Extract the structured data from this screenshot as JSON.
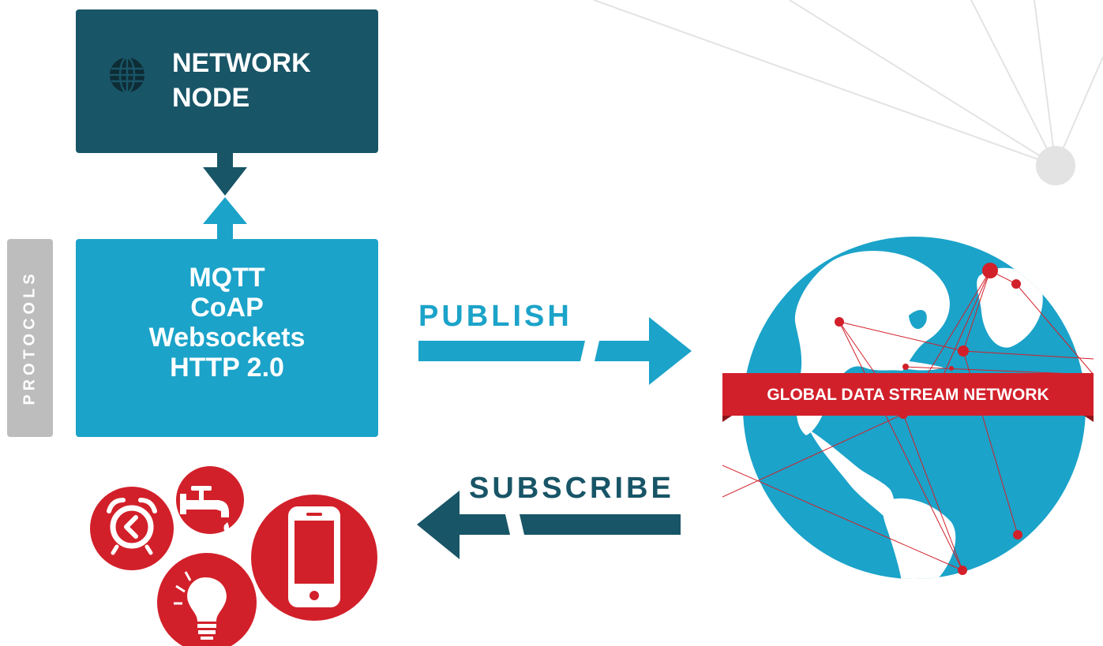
{
  "network_node": {
    "title_line1": "NETWORK",
    "title_line2": "NODE",
    "icon": "globe-icon"
  },
  "protocols": {
    "side_label": "PROTOCOLS",
    "items": [
      "MQTT",
      "CoAP",
      "Websockets",
      "HTTP 2.0"
    ]
  },
  "flows": {
    "publish_label": "PUBLISH",
    "subscribe_label": "SUBSCRIBE"
  },
  "network": {
    "banner_label": "GLOBAL DATA STREAM NETWORK"
  },
  "devices": [
    "alarm-clock-icon",
    "faucet-icon",
    "light-bulb-icon",
    "smartphone-icon"
  ],
  "colors": {
    "dark_teal": "#185567",
    "cyan": "#1ba3c9",
    "red": "#d2202a",
    "gray": "#bdbdbd",
    "line_gray": "#e3e3e3"
  }
}
